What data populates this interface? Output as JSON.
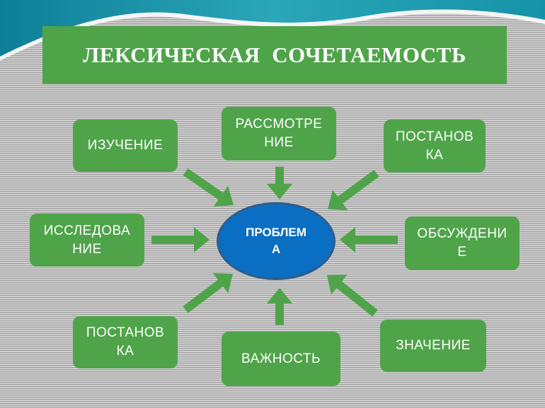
{
  "title": "ЛЕКСИЧЕСКАЯ  СОЧЕТАЕМОСТЬ",
  "center": "ПРОБЛЕМ\nА",
  "nodes": {
    "izuchenie": "ИЗУЧЕНИЕ",
    "rassmotrenie": "РАССМОТРЕ\nНИЕ",
    "postanovka_top": "ПОСТАНОВ\nКА",
    "issledovanie": "ИССЛЕДОВА\nНИЕ",
    "obsuzhdenie": "ОБСУЖДЕНИ\nЕ",
    "postanovka_bottom": "ПОСТАНОВ\nКА",
    "vazhnost": "ВАЖНОСТЬ",
    "znachenie": "ЗНАЧЕНИЕ"
  },
  "colors": {
    "node_green": "#4fa44a",
    "center_blue": "#0a6fc2",
    "arrow_green": "#4fa44a",
    "wave_teal": "#0f8aa0"
  }
}
